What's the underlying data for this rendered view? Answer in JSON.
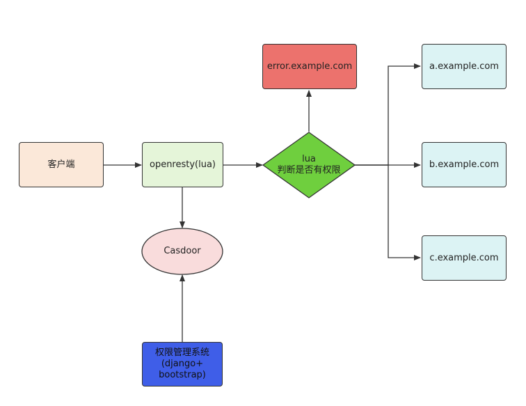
{
  "nodes": {
    "client": "客户端",
    "openresty": "openresty(lua)",
    "casdoor": "Casdoor",
    "admin": "权限管理系统\n(django+\nbootstrap)",
    "decision": "lua\n判断是否有权限",
    "error": "error.example.com",
    "a": "a.example.com",
    "b": "b.example.com",
    "c": "c.example.com"
  },
  "colors": {
    "client": "#fbe8d9",
    "openresty": "#e5f5d9",
    "casdoor": "#f9dcdc",
    "admin": "#3f5ee8",
    "decision": "#6fcf3e",
    "error": "#ec726d",
    "sites": "#dcf3f4",
    "stroke": "#333333"
  }
}
